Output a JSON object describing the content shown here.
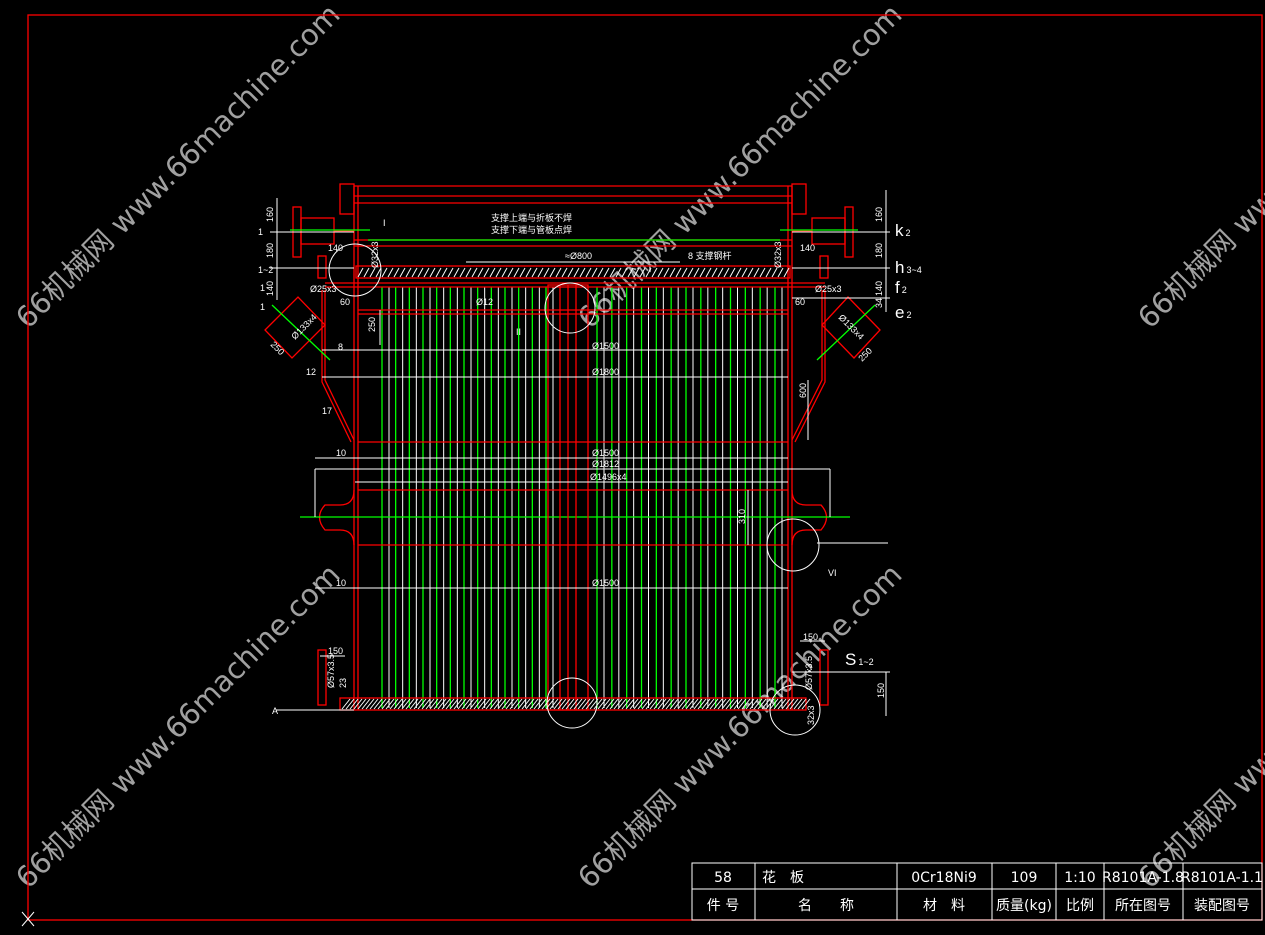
{
  "colors": {
    "background": "#000000",
    "outline": "#ff0000",
    "tubes": "#00ff00",
    "dimensions": "#ffffff"
  },
  "tube_count_per_side": 13,
  "title_block": {
    "part_no": "58",
    "name": "花　板",
    "material": "0Cr18Ni9",
    "mass": "109",
    "scale": "1:10",
    "drawing_no": "R8101A-1.8",
    "assembly_no": "R8101A-1.1",
    "h_part_no": "件 号",
    "h_name": "名　　称",
    "h_material": "材　料",
    "h_mass": "质量(kg)",
    "h_scale": "比例",
    "h_drawing_no": "所在图号",
    "h_assembly_no": "装配图号"
  },
  "notes": {
    "n1": "支撑上端与折板不焊",
    "n2": "支撑下端与管板点焊",
    "n3": "8 支撑钢杆"
  },
  "dims": {
    "d160l": "160",
    "d1a": "1",
    "d180l": "180",
    "d12l": "1~2",
    "d140l": "140",
    "d1b": "1",
    "d1c": "1",
    "d140a": "140",
    "d140b": "140",
    "d32": "Ø32x3",
    "d32r": "Ø32x3",
    "d25l": "Ø25x3",
    "d25r": "Ø25x3",
    "d60l": "60",
    "d60r": "60",
    "d800": "≈Ø800",
    "d12": "Ø12",
    "d250a": "250",
    "d133l": "Ø133x4",
    "d133r": "Ø133x4",
    "d250l": "250",
    "d250r": "250",
    "d8": "8",
    "d12b": "12",
    "d17": "17",
    "d1500a": "Ø1500",
    "d1800": "Ø1800",
    "d600": "600",
    "d10a": "10",
    "d1500b": "Ø1500",
    "d1812": "Ø1812",
    "d1496": "Ø1496x4",
    "d310": "310",
    "d10b": "10",
    "d1500c": "Ø1500",
    "d150l": "150",
    "d57l": "Ø57x3.5",
    "d23": "23",
    "d150r": "150",
    "d57r": "Ø57x3.5",
    "d150v": "150",
    "d32b": "32x3",
    "d160r": "160",
    "d180r": "180",
    "d140r": "140",
    "d34": "34"
  },
  "labels": {
    "k": "k",
    "k_sub": "2",
    "h": "h",
    "h_sub": "3~4",
    "f": "f",
    "f_sub": "2",
    "e": "e",
    "e_sub": "2",
    "s": "S",
    "s_sub": "1~2",
    "I": "I",
    "II": "II",
    "VI": "VI",
    "A": "A"
  },
  "watermark": "66机械网 www.66machine.com"
}
